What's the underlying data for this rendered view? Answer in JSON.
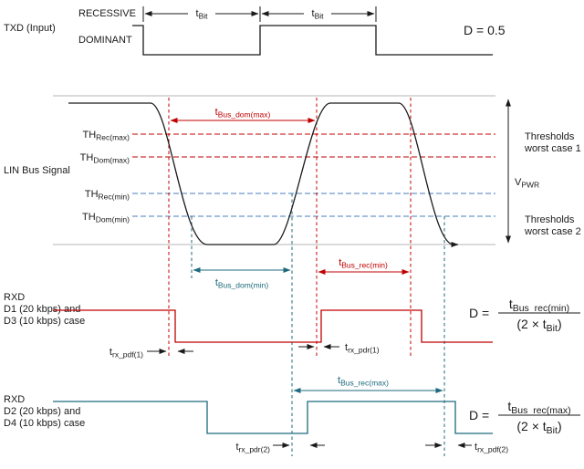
{
  "colors": {
    "signal": "#1a1a1a",
    "red": "#c00000",
    "teal": "#1d6a7c",
    "blue_threshold": "#4a7dbe",
    "gray": "#b4b4b4"
  },
  "txd": {
    "recessive_label": "RECESSIVE",
    "dominant_label": "DOMINANT",
    "signal_label": "TXD (Input)",
    "duty_label": "D = 0.5",
    "tbit1": {
      "base": "t",
      "sub": "Bit"
    },
    "tbit2": {
      "base": "t",
      "sub": "Bit"
    }
  },
  "lin": {
    "signal_label": "LIN Bus Signal",
    "thresholds": [
      {
        "base": "TH",
        "sub": "Rec(max)"
      },
      {
        "base": "TH",
        "sub": "Dom(max)"
      },
      {
        "base": "TH",
        "sub": "Rec(min)"
      },
      {
        "base": "TH",
        "sub": "Dom(min)"
      }
    ],
    "t_bus_dom_max": {
      "base": "t",
      "sub": "Bus_dom(max)"
    },
    "t_bus_dom_min": {
      "base": "t",
      "sub": "Bus_dom(min)"
    },
    "t_bus_rec_min": {
      "base": "t",
      "sub": "Bus_rec(min)"
    },
    "t_bus_rec_max": {
      "base": "t",
      "sub": "Bus_rec(max)"
    },
    "vpwr": {
      "base": "V",
      "sub": "PWR"
    },
    "worst_case_1": {
      "line1": "Thresholds",
      "line2": "worst case 1"
    },
    "worst_case_2": {
      "line1": "Thresholds",
      "line2": "worst case 2"
    }
  },
  "rxd1": {
    "label_line1": "RXD",
    "label_line2": "D1 (20 kbps) and",
    "label_line3": "D3 (10 kbps) case",
    "t_rx_pdf": {
      "base": "t",
      "sub": "rx_pdf(1)"
    },
    "t_rx_pdr": {
      "base": "t",
      "sub": "rx_pdr(1)"
    },
    "formula": {
      "lhs": "D =",
      "num": {
        "base": "t",
        "sub": "Bus_rec(min)"
      },
      "den": {
        "open": "(2 × t",
        "sub": "Bit",
        "close": ")"
      }
    }
  },
  "rxd2": {
    "label_line1": "RXD",
    "label_line2": "D2 (20 kbps) and",
    "label_line3": "D4 (10 kbps) case",
    "t_rx_pdr": {
      "base": "t",
      "sub": "rx_pdr(2)"
    },
    "t_rx_pdf": {
      "base": "t",
      "sub": "rx_pdf(2)"
    },
    "formula": {
      "lhs": "D =",
      "num": {
        "base": "t",
        "sub": "Bus_rec(max)"
      },
      "den": {
        "open": "(2 × t",
        "sub": "Bit",
        "close": ")"
      }
    }
  }
}
